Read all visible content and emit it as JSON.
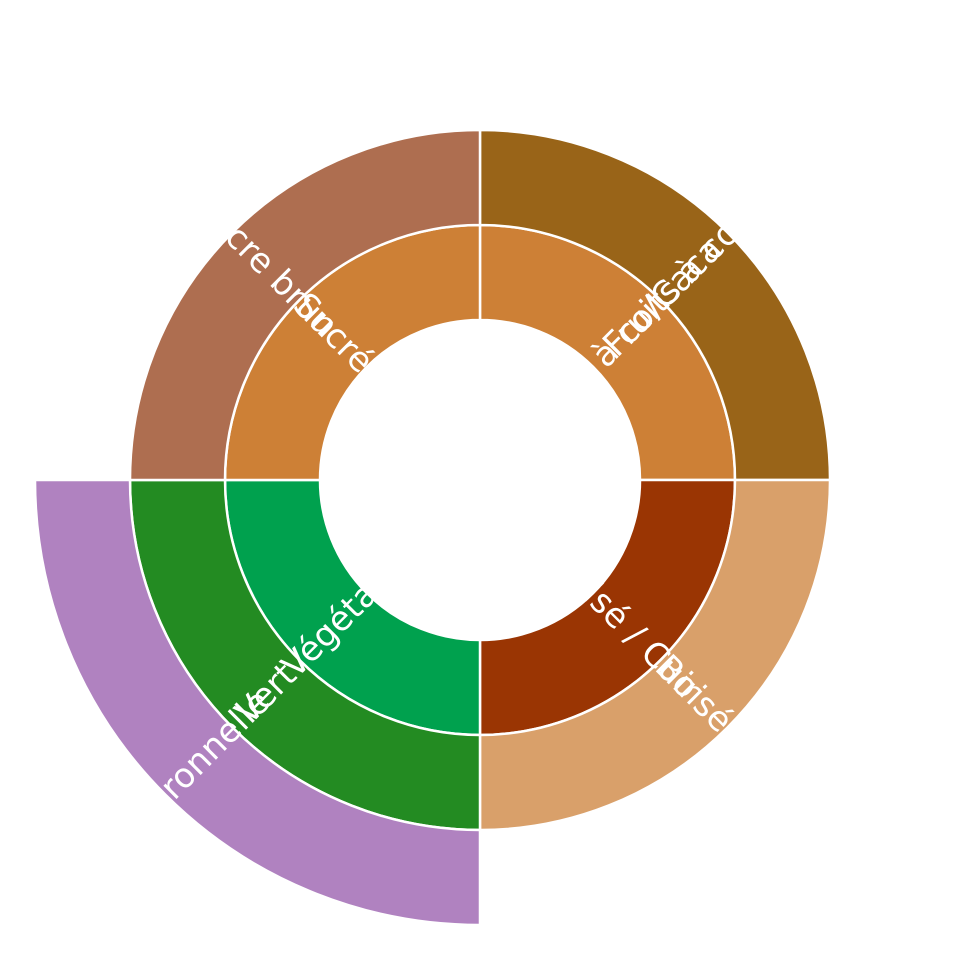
{
  "chart_data": {
    "type": "sunburst",
    "title": "",
    "background": "#ffffff",
    "rings": [
      {
        "level": 1,
        "segments": [
          {
            "label": "ruits à co/Caca",
            "start_deg": 0,
            "end_deg": 90,
            "color": "#CD8036"
          },
          {
            "label": "Boisé / Cuir",
            "start_deg": 90,
            "end_deg": 180,
            "color": "#9A3503"
          },
          {
            "label": "Végétal",
            "start_deg": 180,
            "end_deg": 270,
            "color": "#00A14E"
          },
          {
            "label": "Sucré",
            "start_deg": 270,
            "end_deg": 360,
            "color": "#CD8036"
          }
        ]
      },
      {
        "level": 2,
        "segments": [
          {
            "label": "Fruits à coque",
            "start_deg": 0,
            "end_deg": 90,
            "color": "#996418"
          },
          {
            "label": "Boisé",
            "start_deg": 90,
            "end_deg": 180,
            "color": "#D9A06A"
          },
          {
            "label": "Vert",
            "start_deg": 180,
            "end_deg": 270,
            "color": "#238B22"
          },
          {
            "label": "Sucre brun",
            "start_deg": 270,
            "end_deg": 360,
            "color": "#AE6E50"
          }
        ]
      },
      {
        "level": 3,
        "segments": [
          {
            "label": "Citronnelle",
            "start_deg": 180,
            "end_deg": 270,
            "color": "#B082C0"
          }
        ]
      }
    ]
  }
}
